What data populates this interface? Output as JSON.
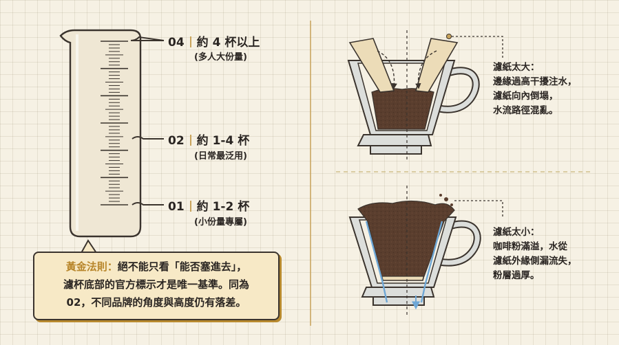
{
  "cup_labels": [
    {
      "code": "04",
      "range": "約 4 杯以上",
      "note": "(多人大份量)"
    },
    {
      "code": "02",
      "range": "約 1-4 杯",
      "note": "(日常最泛用)"
    },
    {
      "code": "01",
      "range": "約 1-2 杯",
      "note": "(小份量專屬)"
    }
  ],
  "golden_rule": {
    "title": "黃金法則：",
    "line1": "絕不能只看「能否塞進去」，",
    "line2": "濾杯底部的官方標示才是唯一基準。同為",
    "line3": "02，不同品牌的角度與高度仍有落差。"
  },
  "too_big": {
    "title": "濾紙太大：",
    "lines": [
      "邊緣過高干擾注水，",
      "濾紙向內倒塌，",
      "水流路徑混亂。"
    ]
  },
  "too_small": {
    "title": "濾紙太小：",
    "lines": [
      "咖啡粉滿溢，水從",
      "濾紙外緣側漏流失，",
      "粉層過厚。"
    ]
  },
  "colors": {
    "accent_gold": "#c9a45c",
    "ink": "#2a2522",
    "dripper_gray": "#dcdedb",
    "paper": "#ecdcb8",
    "coffee": "#5a3e2e",
    "water_blue": "#6ea7d6"
  }
}
